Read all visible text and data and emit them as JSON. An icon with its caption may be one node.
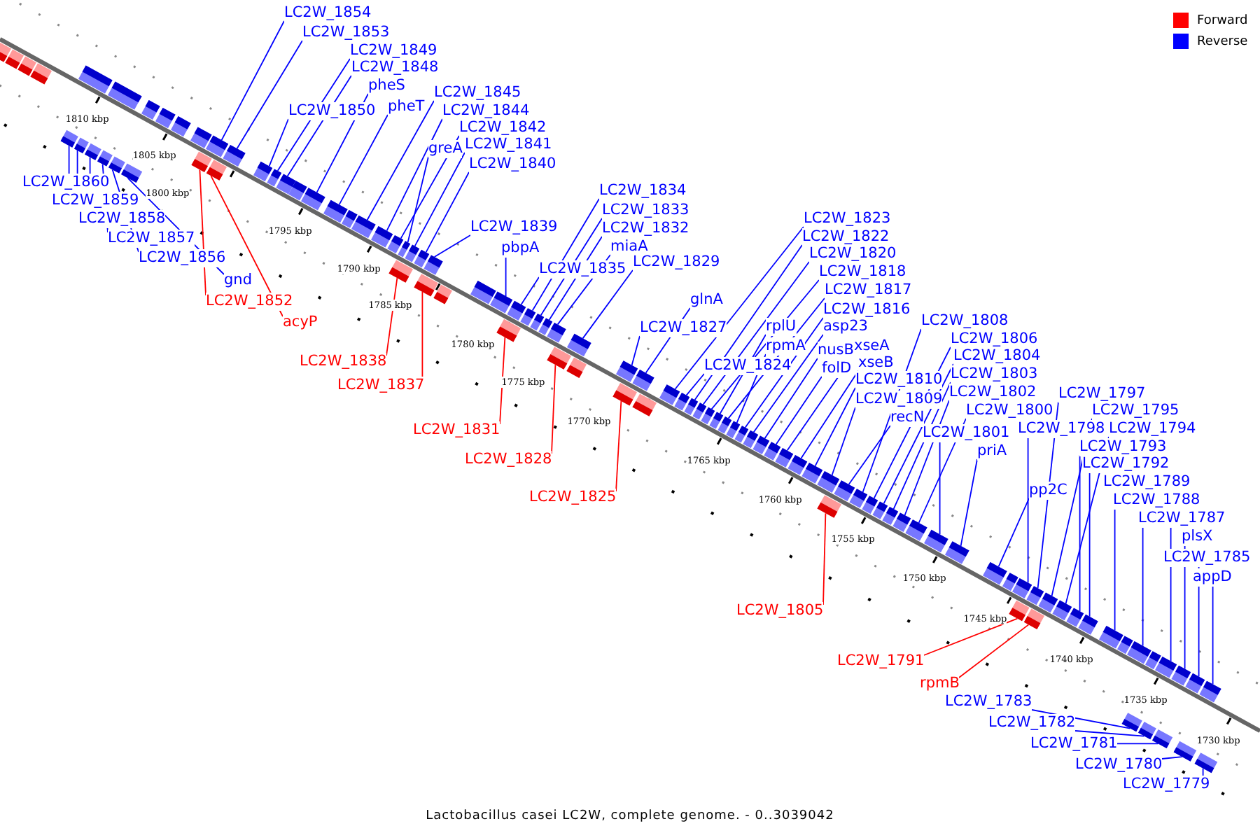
{
  "diagram": {
    "caption": "Lactobacillus casei LC2W, complete genome. - 0..3039042",
    "nodes": [
      {
        "text": [
          "LC2W_1854"
        ]
      },
      {
        "text": [
          "LC2W_1853"
        ]
      },
      {
        "text": [
          "LC2W_1849"
        ]
      },
      {
        "text": [
          "LC2W_1848"
        ]
      },
      {
        "text": [
          "pheS"
        ]
      },
      {
        "text": [
          "LC2W_1850"
        ]
      },
      {
        "text": [
          "pheT"
        ]
      },
      {
        "text": [
          "LC2W_1845"
        ]
      },
      {
        "text": [
          "LC2W_1844"
        ]
      },
      {
        "text": [
          "LC2W_1842"
        ]
      },
      {
        "text": [
          "greA"
        ]
      },
      {
        "text": [
          "LC2W_1841"
        ]
      },
      {
        "text": [
          "LC2W_1840"
        ]
      },
      {
        "text": [
          "LC2W_1839"
        ]
      },
      {
        "text": [
          "pbpA"
        ]
      },
      {
        "text": [
          "LC2W_1834"
        ]
      },
      {
        "text": [
          "LC2W_1833"
        ]
      },
      {
        "text": [
          "LC2W_1832"
        ]
      },
      {
        "text": [
          "miaA"
        ]
      },
      {
        "text": [
          "LC2W_1835"
        ]
      },
      {
        "text": [
          "LC2W_1829"
        ]
      },
      {
        "text": [
          "glnA"
        ]
      },
      {
        "text": [
          "LC2W_1827"
        ]
      },
      {
        "text": [
          "LC2W_1823"
        ]
      },
      {
        "text": [
          "LC2W_1822"
        ]
      },
      {
        "text": [
          "LC2W_1820"
        ]
      },
      {
        "text": [
          "LC2W_1818"
        ]
      },
      {
        "text": [
          "LC2W_1817"
        ]
      },
      {
        "text": [
          "LC2W_1816"
        ]
      },
      {
        "text": [
          "rplU"
        ]
      },
      {
        "text": [
          "rpmA"
        ]
      },
      {
        "text": [
          "asp23"
        ]
      },
      {
        "text": [
          "LC2W_1824"
        ]
      },
      {
        "text": [
          "nusB"
        ]
      },
      {
        "text": [
          "xseA"
        ]
      },
      {
        "text": [
          "folD"
        ]
      },
      {
        "text": [
          "xseB"
        ]
      },
      {
        "text": [
          "LC2W_1810"
        ]
      },
      {
        "text": [
          "LC2W_1809"
        ]
      },
      {
        "text": [
          "recN"
        ]
      },
      {
        "text": [
          "LC2W_1808"
        ]
      },
      {
        "text": [
          "LC2W_1806"
        ]
      },
      {
        "text": [
          "LC2W_1804"
        ]
      },
      {
        "text": [
          "LC2W_1803"
        ]
      },
      {
        "text": [
          "LC2W_1802"
        ]
      },
      {
        "text": [
          "LC2W_1800"
        ]
      },
      {
        "text": [
          "LC2W_1801"
        ]
      },
      {
        "text": [
          "priA"
        ]
      },
      {
        "text": [
          "LC2W_1797"
        ]
      },
      {
        "text": [
          "LC2W_1798"
        ]
      },
      {
        "text": [
          "LC2W_1795"
        ]
      },
      {
        "text": [
          "LC2W_1794"
        ]
      },
      {
        "text": [
          "LC2W_1793"
        ]
      },
      {
        "text": [
          "LC2W_1792"
        ]
      },
      {
        "text": [
          "pp2C"
        ]
      },
      {
        "text": [
          "LC2W_1789"
        ]
      },
      {
        "text": [
          "LC2W_1788"
        ]
      },
      {
        "text": [
          "LC2W_1787"
        ]
      },
      {
        "text": [
          "plsX"
        ]
      },
      {
        "text": [
          "LC2W_1785"
        ]
      },
      {
        "text": [
          "appD"
        ]
      },
      {
        "text": [
          "LC2W_1860"
        ]
      },
      {
        "text": [
          "LC2W_1859"
        ]
      },
      {
        "text": [
          "LC2W_1858"
        ]
      },
      {
        "text": [
          "LC2W_1857"
        ]
      },
      {
        "text": [
          "LC2W_1856"
        ]
      },
      {
        "text": [
          "gnd"
        ]
      },
      {
        "text": [
          "LC2W_1852"
        ]
      },
      {
        "text": [
          "acyP"
        ]
      },
      {
        "text": [
          "LC2W_1838"
        ]
      },
      {
        "text": [
          "LC2W_1837"
        ]
      },
      {
        "text": [
          "LC2W_1831"
        ]
      },
      {
        "text": [
          "LC2W_1828"
        ]
      },
      {
        "text": [
          "LC2W_1825"
        ]
      },
      {
        "text": [
          "LC2W_1805"
        ]
      },
      {
        "text": [
          "LC2W_1791"
        ]
      },
      {
        "text": [
          "rpmB"
        ]
      },
      {
        "text": [
          "LC2W_1783"
        ]
      },
      {
        "text": [
          "LC2W_1782"
        ]
      },
      {
        "text": [
          "LC2W_1781"
        ]
      },
      {
        "text": [
          "LC2W_1780"
        ]
      },
      {
        "text": [
          "LC2W_1779"
        ]
      },
      {
        "text": [],
        "shape": "bar"
      },
      {
        "text": [],
        "shape": "bar"
      },
      {
        "text": [],
        "shape": "bar"
      },
      {
        "text": [],
        "shape": "bar"
      },
      {
        "text": [],
        "shape": "bar"
      },
      {
        "text": [],
        "shape": "bar"
      },
      {
        "text": [],
        "shape": "bar"
      },
      {
        "text": [],
        "shape": "bar"
      },
      {
        "text": [],
        "shape": "bar"
      },
      {
        "text": [],
        "shape": "bar"
      },
      {
        "text": [],
        "shape": "bar"
      },
      {
        "text": [],
        "shape": "bar"
      },
      {
        "text": [],
        "shape": "bar"
      },
      {
        "text": [],
        "shape": "bar"
      },
      {
        "text": [],
        "shape": "bar"
      },
      {
        "text": [],
        "shape": "bar"
      },
      {
        "text": [],
        "shape": "bar"
      },
      {
        "text": [],
        "shape": "bar"
      },
      {
        "text": [],
        "shape": "bar"
      },
      {
        "text": [],
        "shape": "bar"
      },
      {
        "text": [],
        "shape": "bar"
      },
      {
        "text": [],
        "shape": "bar"
      },
      {
        "text": [],
        "shape": "bar"
      },
      {
        "text": [],
        "shape": "bar"
      },
      {
        "text": [],
        "shape": "bar"
      },
      {
        "text": [],
        "shape": "bar"
      },
      {
        "text": [],
        "shape": "bar"
      },
      {
        "text": [],
        "shape": "bar"
      },
      {
        "text": [],
        "shape": "bar"
      },
      {
        "text": [],
        "shape": "bar"
      },
      {
        "text": [],
        "shape": "bar"
      },
      {
        "text": [],
        "shape": "bar"
      },
      {
        "text": [],
        "shape": "bar"
      },
      {
        "text": [],
        "shape": "bar"
      },
      {
        "text": [],
        "shape": "bar"
      },
      {
        "text": [],
        "shape": "bar"
      },
      {
        "text": [],
        "shape": "bar"
      },
      {
        "text": [],
        "shape": "bar"
      },
      {
        "text": [],
        "shape": "bar"
      },
      {
        "text": [],
        "shape": "bar"
      },
      {
        "text": [],
        "shape": "bar"
      },
      {
        "text": [],
        "shape": "bar"
      },
      {
        "text": [],
        "shape": "bar"
      },
      {
        "text": [],
        "shape": "bar"
      },
      {
        "text": [],
        "shape": "bar"
      },
      {
        "text": [],
        "shape": "bar"
      },
      {
        "text": [],
        "shape": "bar"
      },
      {
        "text": [],
        "shape": "bar"
      },
      {
        "text": [],
        "shape": "bar"
      },
      {
        "text": [],
        "shape": "bar"
      },
      {
        "text": [],
        "shape": "bar"
      },
      {
        "text": [],
        "shape": "bar"
      },
      {
        "text": [],
        "shape": "bar"
      },
      {
        "text": [],
        "shape": "bar"
      },
      {
        "text": [],
        "shape": "bar"
      },
      {
        "text": [],
        "shape": "bar"
      },
      {
        "text": [],
        "shape": "bar"
      },
      {
        "text": [],
        "shape": "bar"
      },
      {
        "text": [],
        "shape": "bar"
      },
      {
        "text": [],
        "shape": "bar"
      },
      {
        "text": [],
        "shape": "bar"
      },
      {
        "text": [],
        "shape": "bar"
      },
      {
        "text": [],
        "shape": "bar"
      },
      {
        "text": [],
        "shape": "bar"
      },
      {
        "text": [],
        "shape": "bar"
      },
      {
        "text": [],
        "shape": "bar"
      },
      {
        "text": [],
        "shape": "bar"
      },
      {
        "text": [],
        "shape": "bar"
      },
      {
        "text": [],
        "shape": "bar"
      },
      {
        "text": [],
        "shape": "bar"
      },
      {
        "text": [],
        "shape": "bar"
      },
      {
        "text": [],
        "shape": "bar"
      },
      {
        "text": [],
        "shape": "bar"
      },
      {
        "text": [],
        "shape": "bar"
      },
      {
        "text": [],
        "shape": "bar"
      },
      {
        "text": [],
        "shape": "bar"
      },
      {
        "text": [],
        "shape": "bar"
      },
      {
        "text": [],
        "shape": "bar"
      },
      {
        "text": [],
        "shape": "bar"
      },
      {
        "text": [],
        "shape": "bar"
      },
      {
        "text": [],
        "shape": "bar"
      },
      {
        "text": [],
        "shape": "bar"
      },
      {
        "text": [],
        "shape": "bar"
      },
      {
        "text": [],
        "shape": "bar"
      },
      {
        "text": [],
        "shape": "bar"
      },
      {
        "text": [],
        "shape": "bar"
      },
      {
        "text": [],
        "shape": "bar"
      },
      {
        "text": [],
        "shape": "bar"
      },
      {
        "text": [],
        "shape": "bar"
      },
      {
        "text": [],
        "shape": "bar"
      },
      {
        "text": [],
        "shape": "bar"
      },
      {
        "text": [],
        "shape": "bar"
      },
      {
        "text": [],
        "shape": "bar"
      },
      {
        "text": [],
        "shape": "bar"
      },
      {
        "text": [],
        "shape": "bar"
      },
      {
        "text": [],
        "shape": "bar"
      },
      {
        "text": [],
        "shape": "bar"
      },
      {
        "text": [],
        "shape": "bar"
      },
      {
        "text": [],
        "shape": "bar"
      },
      {
        "text": [],
        "shape": "bar"
      },
      {
        "text": [],
        "shape": "bar"
      }
    ],
    "edges": [
      {
        "from": 0,
        "to": 82,
        "arrow": "none"
      },
      {
        "from": 1,
        "to": 83,
        "arrow": "none"
      },
      {
        "from": 2,
        "to": 84,
        "arrow": "none"
      },
      {
        "from": 3,
        "to": 85,
        "arrow": "none"
      },
      {
        "from": 4,
        "to": 86,
        "arrow": "none"
      },
      {
        "from": 5,
        "to": 87,
        "arrow": "none"
      },
      {
        "from": 6,
        "to": 88,
        "arrow": "none"
      },
      {
        "from": 7,
        "to": 89,
        "arrow": "none"
      },
      {
        "from": 8,
        "to": 90,
        "arrow": "none"
      },
      {
        "from": 9,
        "to": 91,
        "arrow": "none"
      },
      {
        "from": 10,
        "to": 92,
        "arrow": "none"
      },
      {
        "from": 11,
        "to": 93,
        "arrow": "none"
      },
      {
        "from": 12,
        "to": 94,
        "arrow": "none"
      },
      {
        "from": 13,
        "to": 95,
        "arrow": "none"
      },
      {
        "from": 14,
        "to": 96,
        "arrow": "none"
      },
      {
        "from": 15,
        "to": 97,
        "arrow": "none"
      },
      {
        "from": 16,
        "to": 98,
        "arrow": "none"
      },
      {
        "from": 17,
        "to": 99,
        "arrow": "none"
      },
      {
        "from": 18,
        "to": 100,
        "arrow": "none"
      },
      {
        "from": 19,
        "to": 101,
        "arrow": "none"
      },
      {
        "from": 20,
        "to": 102,
        "arrow": "none"
      },
      {
        "from": 21,
        "to": 103,
        "arrow": "none"
      },
      {
        "from": 22,
        "to": 104,
        "arrow": "none"
      },
      {
        "from": 23,
        "to": 105,
        "arrow": "none"
      },
      {
        "from": 24,
        "to": 106,
        "arrow": "none"
      },
      {
        "from": 25,
        "to": 107,
        "arrow": "none"
      },
      {
        "from": 26,
        "to": 108,
        "arrow": "none"
      },
      {
        "from": 27,
        "to": 109,
        "arrow": "none"
      },
      {
        "from": 28,
        "to": 110,
        "arrow": "none"
      },
      {
        "from": 29,
        "to": 111,
        "arrow": "none"
      },
      {
        "from": 30,
        "to": 112,
        "arrow": "none"
      },
      {
        "from": 31,
        "to": 113,
        "arrow": "none"
      },
      {
        "from": 32,
        "to": 114,
        "arrow": "none"
      },
      {
        "from": 33,
        "to": 115,
        "arrow": "none"
      },
      {
        "from": 34,
        "to": 116,
        "arrow": "none"
      },
      {
        "from": 35,
        "to": 117,
        "arrow": "none"
      },
      {
        "from": 36,
        "to": 118,
        "arrow": "none"
      },
      {
        "from": 37,
        "to": 119,
        "arrow": "none"
      },
      {
        "from": 38,
        "to": 120,
        "arrow": "none"
      },
      {
        "from": 39,
        "to": 121,
        "arrow": "none"
      },
      {
        "from": 40,
        "to": 122,
        "arrow": "none"
      },
      {
        "from": 41,
        "to": 123,
        "arrow": "none"
      },
      {
        "from": 42,
        "to": 124,
        "arrow": "none"
      },
      {
        "from": 43,
        "to": 125,
        "arrow": "none"
      },
      {
        "from": 44,
        "to": 126,
        "arrow": "none"
      },
      {
        "from": 45,
        "to": 127,
        "arrow": "none"
      },
      {
        "from": 46,
        "to": 128,
        "arrow": "none"
      },
      {
        "from": 47,
        "to": 129,
        "arrow": "none"
      },
      {
        "from": 48,
        "to": 130,
        "arrow": "none"
      },
      {
        "from": 49,
        "to": 131,
        "arrow": "none"
      },
      {
        "from": 50,
        "to": 132,
        "arrow": "none"
      },
      {
        "from": 51,
        "to": 133,
        "arrow": "none"
      },
      {
        "from": 52,
        "to": 134,
        "arrow": "none"
      },
      {
        "from": 53,
        "to": 135,
        "arrow": "none"
      },
      {
        "from": 54,
        "to": 136,
        "arrow": "none"
      },
      {
        "from": 55,
        "to": 137,
        "arrow": "none"
      },
      {
        "from": 56,
        "to": 138,
        "arrow": "none"
      },
      {
        "from": 57,
        "to": 139,
        "arrow": "none"
      },
      {
        "from": 58,
        "to": 140,
        "arrow": "none"
      },
      {
        "from": 59,
        "to": 141,
        "arrow": "none"
      },
      {
        "from": 60,
        "to": 142,
        "arrow": "none"
      },
      {
        "from": 61,
        "to": 143,
        "arrow": "none"
      },
      {
        "from": 62,
        "to": 144,
        "arrow": "none"
      },
      {
        "from": 63,
        "to": 145,
        "arrow": "none"
      },
      {
        "from": 64,
        "to": 146,
        "arrow": "none"
      },
      {
        "from": 65,
        "to": 147,
        "arrow": "none"
      },
      {
        "from": 66,
        "to": 148,
        "arrow": "none"
      },
      {
        "from": 67,
        "to": 149,
        "arrow": "none",
        "color": "#ff0000"
      },
      {
        "from": 68,
        "to": 150,
        "arrow": "none",
        "color": "#ff0000"
      },
      {
        "from": 69,
        "to": 151,
        "arrow": "none",
        "color": "#ff0000"
      },
      {
        "from": 70,
        "to": 152,
        "arrow": "none",
        "color": "#ff0000"
      },
      {
        "from": 71,
        "to": 153,
        "arrow": "none",
        "color": "#ff0000"
      },
      {
        "from": 72,
        "to": 154,
        "arrow": "none",
        "color": "#ff0000"
      },
      {
        "from": 73,
        "to": 155,
        "arrow": "none",
        "color": "#ff0000"
      },
      {
        "from": 74,
        "to": 156,
        "arrow": "none",
        "color": "#ff0000"
      },
      {
        "from": 75,
        "to": 157,
        "arrow": "none",
        "color": "#ff0000"
      },
      {
        "from": 76,
        "to": 158,
        "arrow": "none",
        "color": "#ff0000"
      },
      {
        "from": 77,
        "to": 159,
        "arrow": "none"
      },
      {
        "from": 78,
        "to": 160,
        "arrow": "none"
      },
      {
        "from": 79,
        "to": 161,
        "arrow": "none"
      },
      {
        "from": 80,
        "to": 162,
        "arrow": "none"
      },
      {
        "from": 81,
        "to": 163,
        "arrow": "none"
      }
    ],
    "labels": [
      "1810 kbp",
      "1805 kbp",
      "1800 kbp",
      "1795 kbp",
      "1790 kbp",
      "1785 kbp",
      "1780 kbp",
      "1775 kbp",
      "1770 kbp",
      "1765 kbp",
      "1760 kbp",
      "1755 kbp",
      "1750 kbp",
      "1745 kbp",
      "1740 kbp",
      "1735 kbp",
      "1730 kbp"
    ],
    "legend": [
      {
        "text": "Forward",
        "color": "#ff0000"
      },
      {
        "text": "Reverse",
        "color": "#0000ff"
      }
    ]
  }
}
